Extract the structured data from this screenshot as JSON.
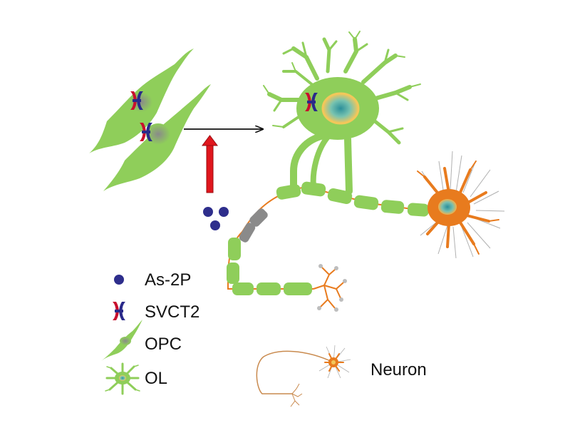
{
  "legend": {
    "items": [
      {
        "label": "As-2P",
        "icon": "as2p-dot-icon"
      },
      {
        "label": "SVCT2",
        "icon": "svct2-transporter-icon"
      },
      {
        "label": "OPC",
        "icon": "opc-cell-icon"
      },
      {
        "label": "OL",
        "icon": "ol-cell-icon"
      }
    ],
    "neuron_label": "Neuron"
  },
  "colors": {
    "cell_green": "#8fce5a",
    "cell_green_dark": "#6fb83c",
    "nucleus_teal": "#3aa6a6",
    "nucleus_ring": "#f2c75a",
    "neuron_orange": "#e87b1e",
    "as2p_blue": "#2e2e8c",
    "svct2_red": "#c8102e",
    "svct2_blue": "#2a2a8a",
    "arrow_red": "#e0161d",
    "myelin_gray": "#8a8a8a",
    "neuron_brown": "#c98a4e"
  }
}
